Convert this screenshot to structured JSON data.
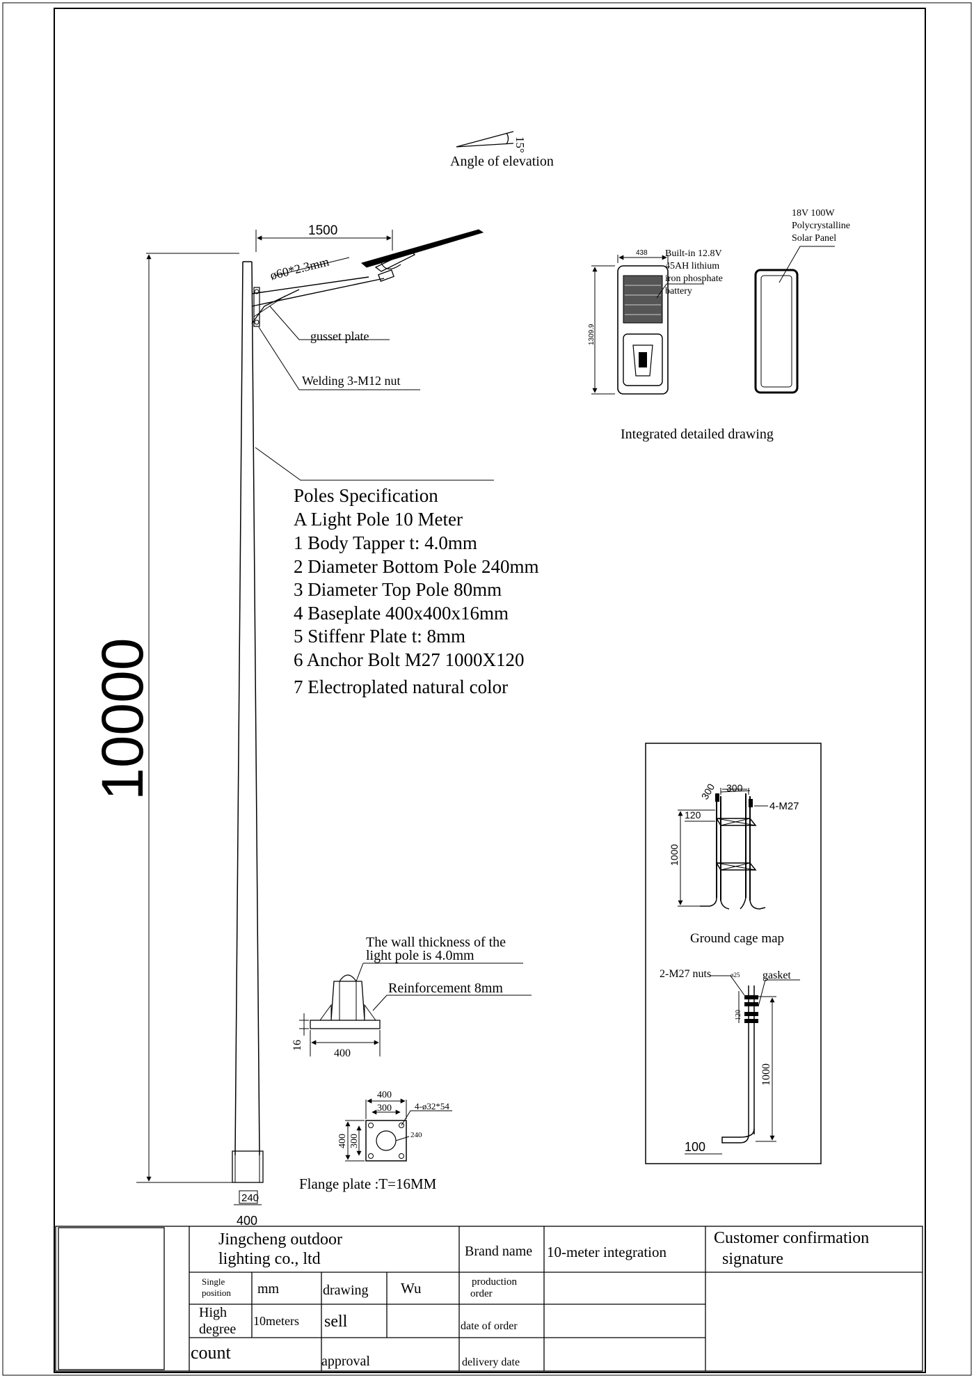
{
  "angle": {
    "value": "15°",
    "caption": "Angle of elevation"
  },
  "pole": {
    "height_dim": "10000",
    "arm_dim": "1500",
    "arm_pipe": "ø60*2.3mm",
    "gusset_label": "gusset plate",
    "nut_label": "Welding 3-M12 nut",
    "base_inner_dim": "240",
    "base_outer_dim": "400"
  },
  "integrated": {
    "width_dim": "438",
    "height_dim": "1309.9",
    "battery_label": [
      "Built-in 12.8V",
      "45AH lithium",
      "iron phosphate",
      "battery"
    ],
    "panel_label": [
      "18V 100W",
      "Polycrystalline",
      "Solar Panel"
    ],
    "caption": "Integrated detailed drawing"
  },
  "spec": {
    "title": "Poles Specification",
    "lines": [
      "A Light Pole 10 Meter",
      "1 Body Tapper t: 4.0mm",
      "2 Diameter Bottom Pole 240mm",
      "3 Diameter Top Pole 80mm",
      "4 Baseplate 400x400x16mm",
      "5 Stiffenr Plate t: 8mm",
      "6 Anchor Bolt M27 1000X120",
      "7 Electroplated natural color"
    ]
  },
  "baseplate": {
    "wall_note": [
      "The wall thickness of the",
      "light pole is 4.0mm"
    ],
    "reinforcement": "Reinforcement 8mm",
    "thickness_dim": "16",
    "width_dim": "400"
  },
  "flange": {
    "outer": "400",
    "inner": "300",
    "holes": "4-ø32*54",
    "center": "240",
    "caption": "Flange plate :T=16MM"
  },
  "cage": {
    "dim_a": "300",
    "dim_b": "300",
    "bolts": "4-M27",
    "dim_120": "120",
    "dim_1000": "1000",
    "caption": "Ground cage map",
    "nuts": "2-M27 nuts",
    "dia": "ø25",
    "gasket": "gasket",
    "bolt_120": "120",
    "bolt_1000": "1000",
    "hook": "100"
  },
  "title_block": {
    "company": [
      "Jingcheng outdoor",
      "lighting co., ltd"
    ],
    "brand_label": "Brand name",
    "brand_value": "10-meter integration",
    "customer": [
      "Customer confirmation",
      "signature"
    ],
    "single_position": [
      "Single",
      "position"
    ],
    "unit": "mm",
    "drawing_label": "drawing",
    "drawing_value": "Wu",
    "production_order": [
      "production",
      "order"
    ],
    "high_degree": [
      "High",
      "degree"
    ],
    "height_value": "10meters",
    "sell": "sell",
    "date_of_order": "date of order",
    "count": "count",
    "approval": "approval",
    "delivery_date": "delivery date"
  }
}
